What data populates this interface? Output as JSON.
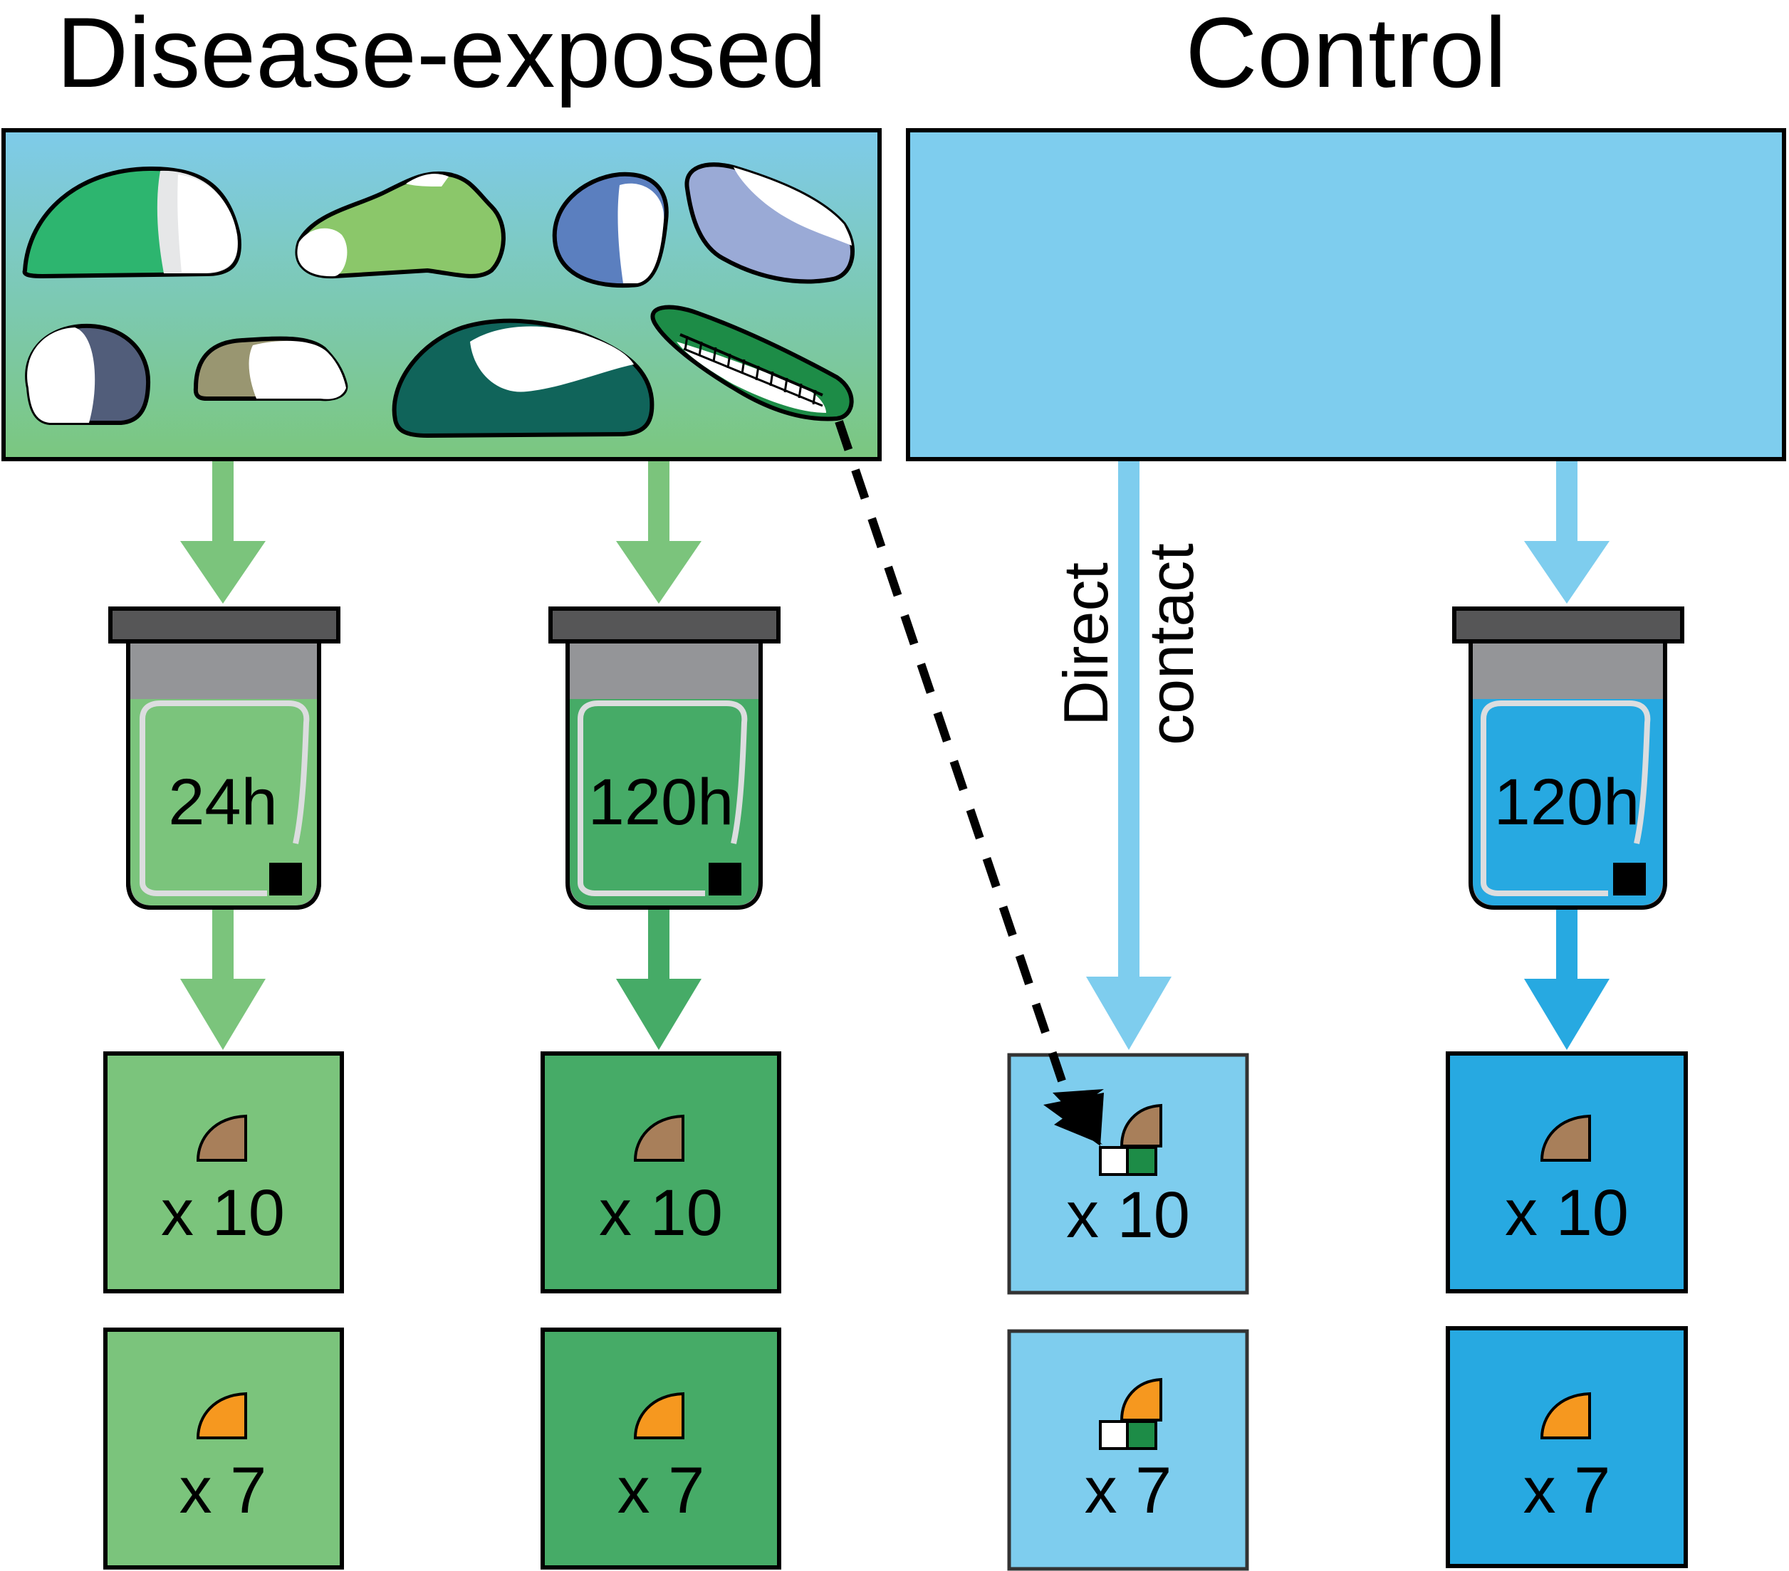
{
  "title_left": "Disease-exposed",
  "title_right": "Control",
  "contact_label": [
    "Direct",
    "contact"
  ],
  "colors": {
    "tank_top": "#7ecbea",
    "tank_bottom": "#7bc77f",
    "control_tank": "#7ecdee",
    "light_green": "#7bc47c",
    "mid_green": "#46ab67",
    "light_blue": "#7ecdee",
    "bright_blue": "#27a9e1",
    "lid": "#565657",
    "jar_air": "#949598",
    "brown_frag": "#a87f5a",
    "orange_frag": "#f6981f",
    "dark_green_coral": "#1d8c47"
  },
  "jars": [
    {
      "label": "24h",
      "fill": "light_green"
    },
    {
      "label": "120h",
      "fill": "mid_green"
    },
    {
      "label": "120h",
      "fill": "bright_blue"
    }
  ],
  "boxes": [
    {
      "label": "x 10",
      "fill": "light_green",
      "fragment": "brown"
    },
    {
      "label": "x 7",
      "fill": "light_green",
      "fragment": "orange"
    },
    {
      "label": "x 10",
      "fill": "mid_green",
      "fragment": "brown"
    },
    {
      "label": "x 7",
      "fill": "mid_green",
      "fragment": "orange"
    },
    {
      "label": "x 10",
      "fill": "light_blue",
      "fragment": "brown",
      "contact": true
    },
    {
      "label": "x 7",
      "fill": "light_blue",
      "fragment": "orange",
      "contact": true
    },
    {
      "label": "x 10",
      "fill": "bright_blue",
      "fragment": "brown"
    },
    {
      "label": "x 7",
      "fill": "bright_blue",
      "fragment": "orange"
    }
  ]
}
